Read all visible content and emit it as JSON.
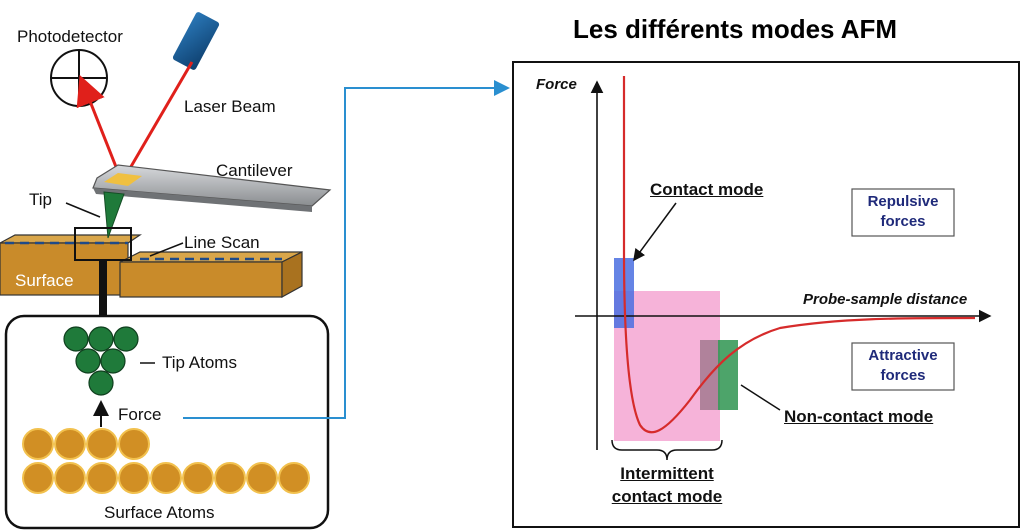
{
  "title": "Les différents modes AFM",
  "left_diagram": {
    "photodetector": "Photodetector",
    "laser_beam": "Laser Beam",
    "cantilever": "Cantilever",
    "tip": "Tip",
    "line_scan": "Line Scan",
    "surface": "Surface",
    "tip_atoms": "Tip Atoms",
    "force": "Force",
    "surface_atoms": "Surface Atoms"
  },
  "force_plot": {
    "y_axis_label": "Force",
    "x_axis_label": "Probe-sample distance",
    "contact_mode": "Contact mode",
    "repulsive_line1": "Repulsive",
    "repulsive_line2": "forces",
    "attractive_line1": "Attractive",
    "attractive_line2": "forces",
    "non_contact_mode": "Non-contact mode",
    "intermittent_line1": "Intermittent",
    "intermittent_line2": "contact mode"
  },
  "colors": {
    "laser": "#e0201b",
    "cantilever": "#8a8d90",
    "surface": "#c98b2a",
    "tip_atoms": "#1f7a3a",
    "surface_atoms": "#d18f24",
    "connector": "#2a8fd0",
    "curve": "#d62b2b",
    "contact_box": "#4a6ee0",
    "intermittent_box": "#f4a6d2",
    "noncontact_box": "#3a9a5a"
  }
}
